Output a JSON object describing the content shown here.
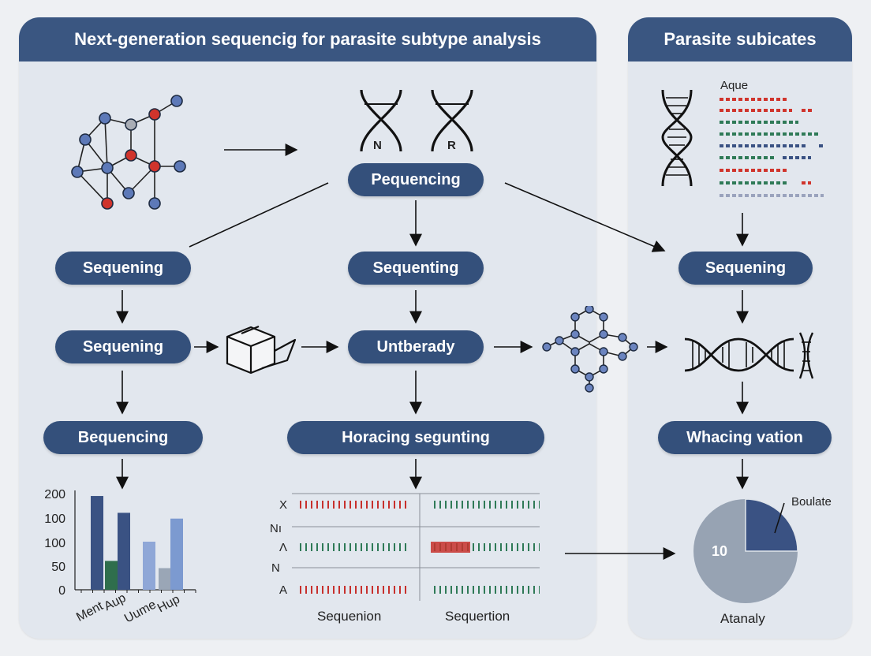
{
  "main_panel": {
    "title": "Next-generation sequencig for parasite subtype analysis"
  },
  "side_panel": {
    "title": "Parasite subicates",
    "legend_label": "Aque"
  },
  "dna_labels": {
    "left": "N",
    "right": "R"
  },
  "pills": {
    "top_center": "Pequencing",
    "left_1": "Sequening",
    "center_1": "Sequenting",
    "right_1": "Sequening",
    "left_2": "Sequening",
    "center_2": "Untberady",
    "left_3": "Bequencing",
    "center_3": "Horacing segunting",
    "right_3": "Whacing vation"
  },
  "chart_data": {
    "type": "bar",
    "y_tick_labels": [
      "200",
      "100",
      "100",
      "50",
      "0"
    ],
    "categories": [
      "Ment",
      "Aup",
      "Uume",
      "Hup"
    ],
    "series_colors": [
      "#3a5283",
      "#2f6e4c",
      "#8fa7d7",
      "#9aa6b6",
      "#7c9ad0"
    ],
    "bars": [
      {
        "category": "Ment",
        "value": 195,
        "color": "#3a5283"
      },
      {
        "category": "Aup",
        "value": 60,
        "color": "#2f6e4c"
      },
      {
        "category": "Aup",
        "value": 160,
        "color": "#3a5283"
      },
      {
        "category": "Uume",
        "value": 100,
        "color": "#8fa7d7"
      },
      {
        "category": "Uume",
        "value": 45,
        "color": "#9aa6b6"
      },
      {
        "category": "Hup",
        "value": 148,
        "color": "#7c9ad0"
      }
    ]
  },
  "sequence_panel": {
    "row_labels": [
      "X",
      "Nı",
      "Λ",
      "N",
      "A"
    ],
    "column_labels": [
      "Sequenion",
      "Sequertion"
    ]
  },
  "pie": {
    "center_label": "10",
    "slice_label": "Boulate",
    "caption": "Atanaly",
    "slice_fraction": 0.25,
    "colors": {
      "slice": "#3a5283",
      "rest": "#97a3b3"
    }
  }
}
